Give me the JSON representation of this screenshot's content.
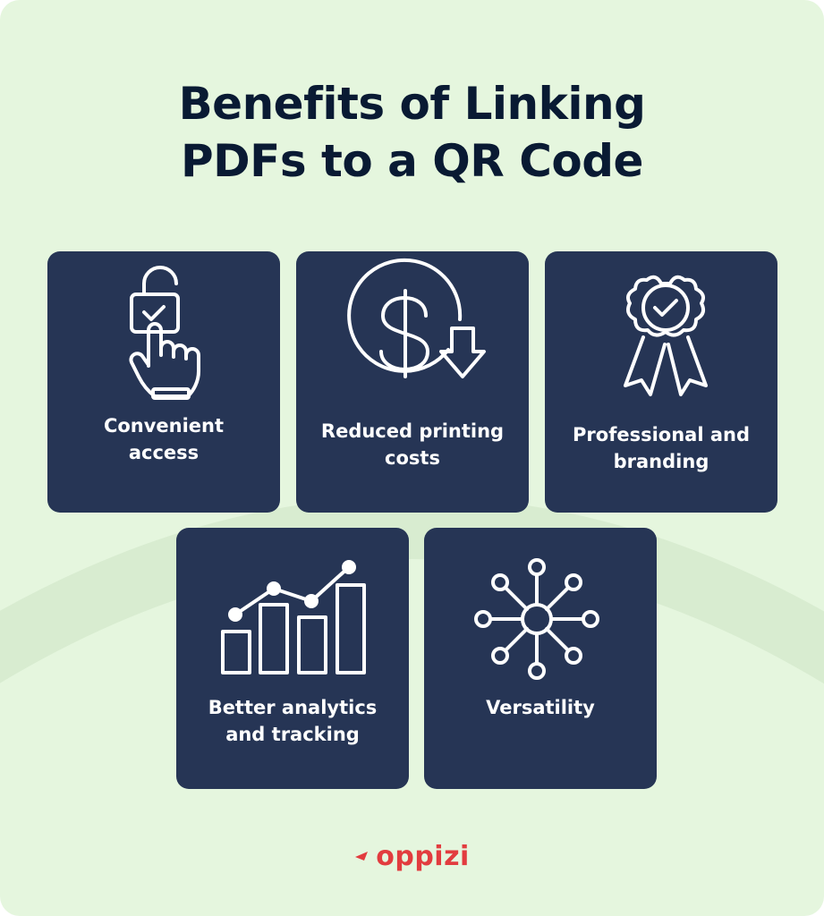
{
  "title": {
    "line1": "Benefits of Linking",
    "line2": "PDFs to a QR Code"
  },
  "cards": [
    {
      "icon": "unlock-touch-icon",
      "line1": "Convenient",
      "line2": "access"
    },
    {
      "icon": "dollar-down-icon",
      "line1": "Reduced printing",
      "line2": "costs"
    },
    {
      "icon": "award-badge-icon",
      "line1": "Professional and",
      "line2": "branding"
    },
    {
      "icon": "bar-chart-trend-icon",
      "line1": "Better analytics",
      "line2": "and tracking"
    },
    {
      "icon": "network-hub-icon",
      "line1": "Versatility"
    }
  ],
  "brand": {
    "name": "oppizi",
    "color": "#e23c3f"
  },
  "colors": {
    "background": "#e5f6de",
    "card": "#263555",
    "title": "#091a33"
  }
}
